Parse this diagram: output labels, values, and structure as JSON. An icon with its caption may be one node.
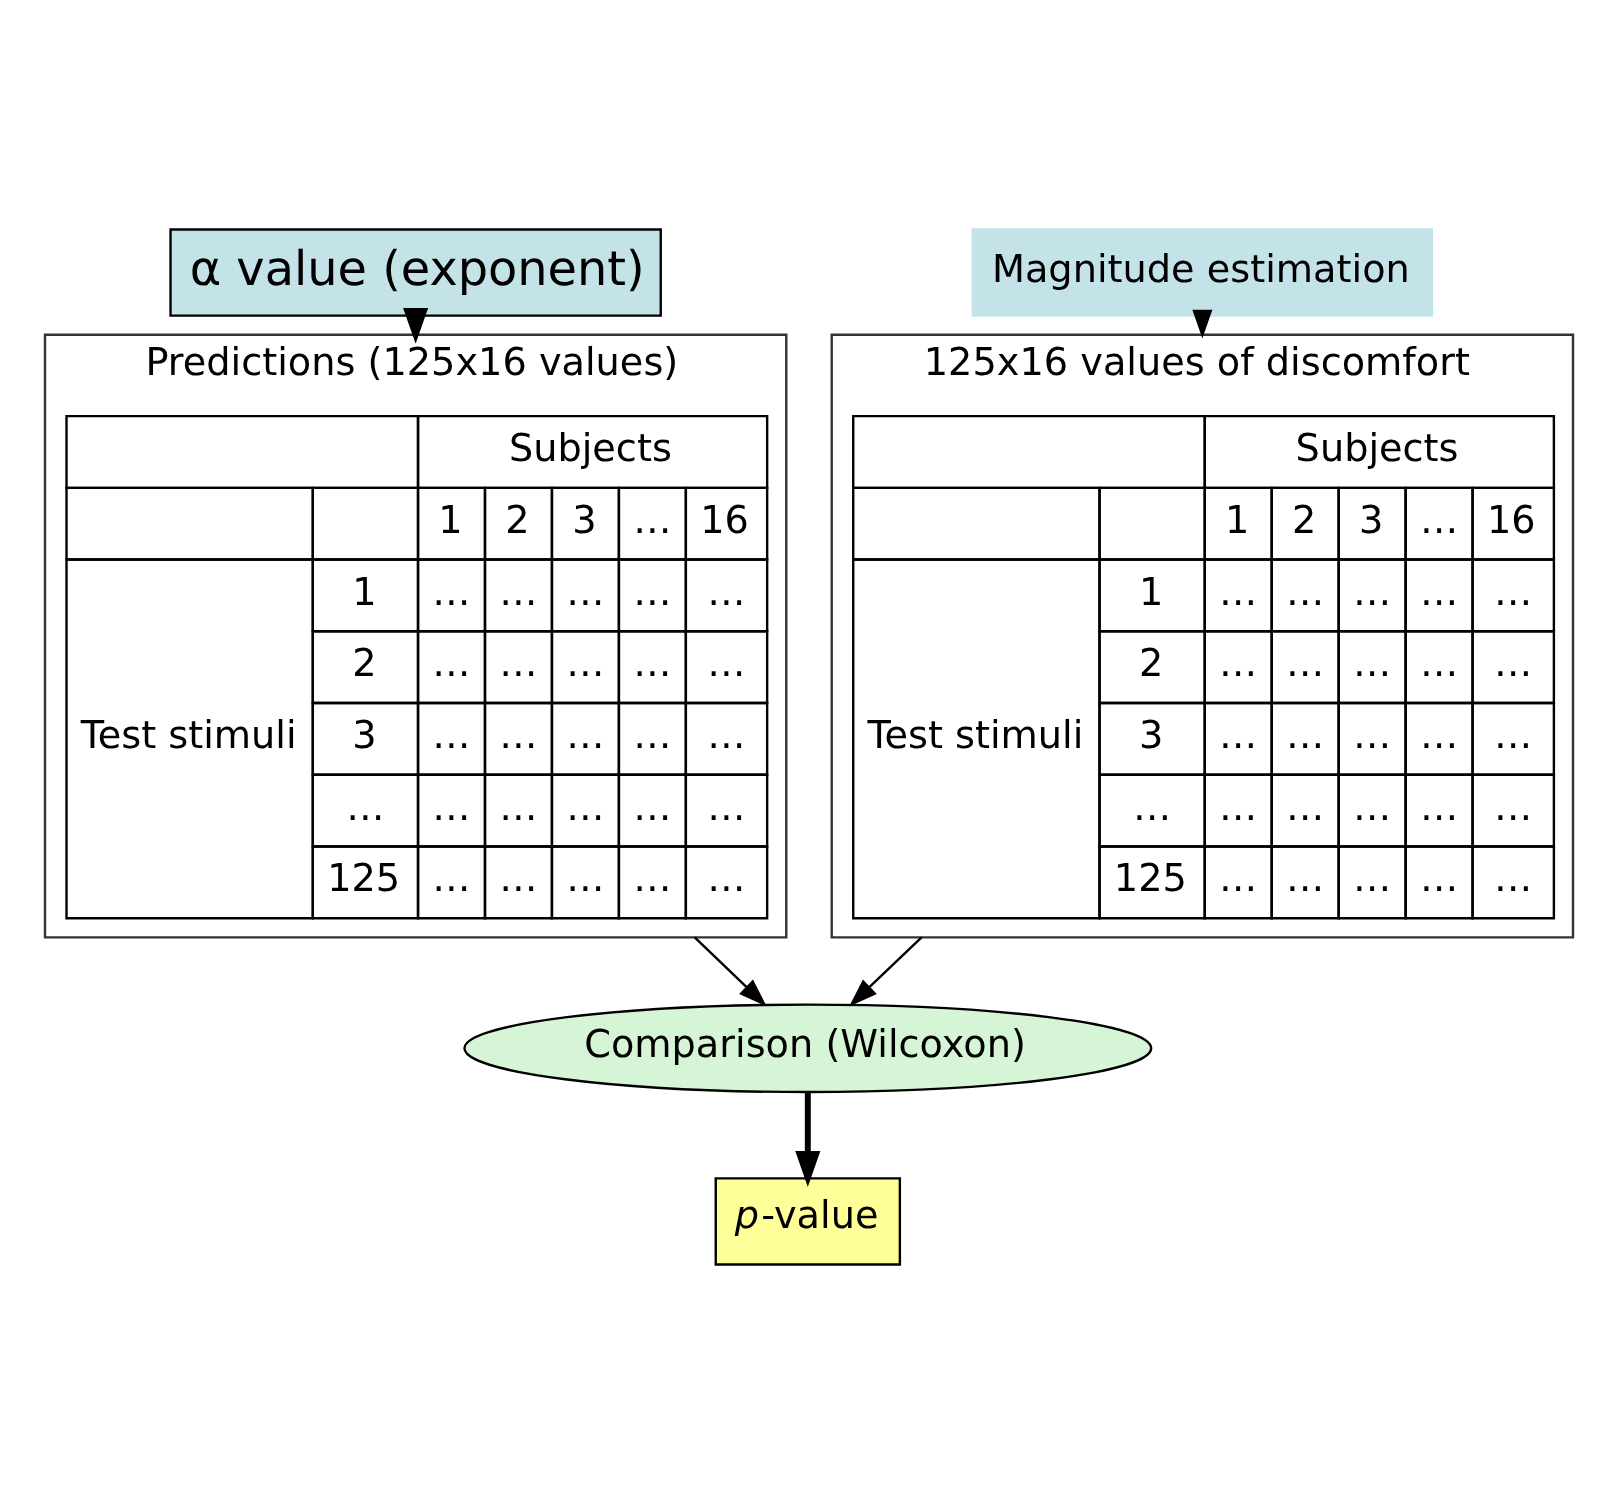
{
  "diagram": {
    "nodes": [
      {
        "text": [
          "α value (exponent)"
        ]
      },
      {
        "text": [
          "Magnitude estimation"
        ]
      },
      {
        "text": [
          "125x16 values of discomfort"
        ]
      },
      {
        "text": [
          "Subjects",
          "1",
          "2",
          "3",
          "…",
          "16",
          "Test stimuli",
          "1",
          "…",
          "…",
          "…",
          "…",
          "…",
          "2",
          "…",
          "…",
          "…",
          "…",
          "…",
          "3",
          "…",
          "…",
          "…",
          "…",
          "…",
          "…",
          "…",
          "…",
          "…",
          "…",
          "…",
          "125",
          "…",
          "…",
          "…",
          "…",
          "…"
        ],
        "in": 2
      },
      {
        "text": [
          "Predictions (125x16 values)"
        ]
      },
      {
        "text": [
          "Subjects",
          "1",
          "2",
          "3",
          "…",
          "16",
          "Test stimuli",
          "1",
          "…",
          "…",
          "…",
          "…",
          "…",
          "2",
          "…",
          "…",
          "…",
          "…",
          "…",
          "3",
          "…",
          "…",
          "…",
          "…",
          "…",
          "…",
          "…",
          "…",
          "…",
          "…",
          "…",
          "125",
          "…",
          "…",
          "…",
          "…",
          "…"
        ],
        "in": 4
      },
      {
        "text": [
          "Comparison (Wilcoxon)"
        ]
      },
      {
        "text": [
          "*p*-value"
        ]
      }
    ],
    "edges": [
      {
        "from": 1,
        "to": 2,
        "arrow": "to"
      },
      {
        "from": 0,
        "to": 4,
        "arrow": "to",
        "style": "thick"
      },
      {
        "from": 2,
        "to": 6,
        "arrow": "to"
      },
      {
        "from": 4,
        "to": 6,
        "arrow": "to"
      },
      {
        "from": 6,
        "to": 7,
        "arrow": "to",
        "style": "thick"
      }
    ]
  }
}
